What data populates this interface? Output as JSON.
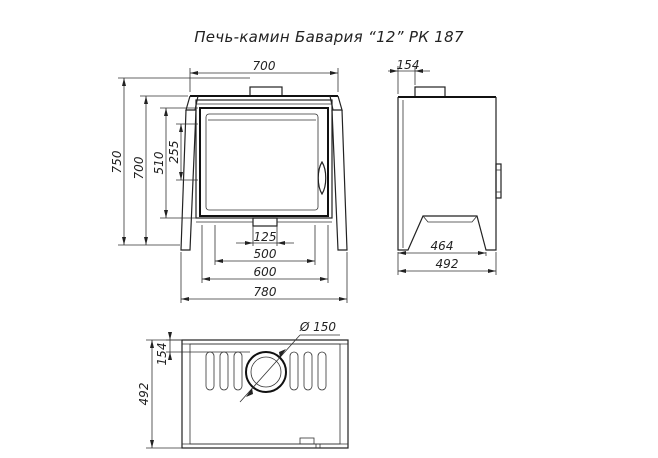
{
  "title": "Печь-камин Бавария “12” РК 187",
  "front_view": {
    "dim_top_width": "700",
    "dim_height_total": "750",
    "dim_height_body": "700",
    "dim_height_door": "510",
    "dim_height_glass": "255",
    "dim_outlet": "125",
    "dim_width_500": "500",
    "dim_width_600": "600",
    "dim_width_780": "780"
  },
  "side_view": {
    "dim_flue_offset": "154",
    "dim_base_depth": "464",
    "dim_depth_total": "492"
  },
  "top_view": {
    "dim_flue_diameter": "Ø 150",
    "dim_flue_offset": "154",
    "dim_depth_total": "492"
  }
}
